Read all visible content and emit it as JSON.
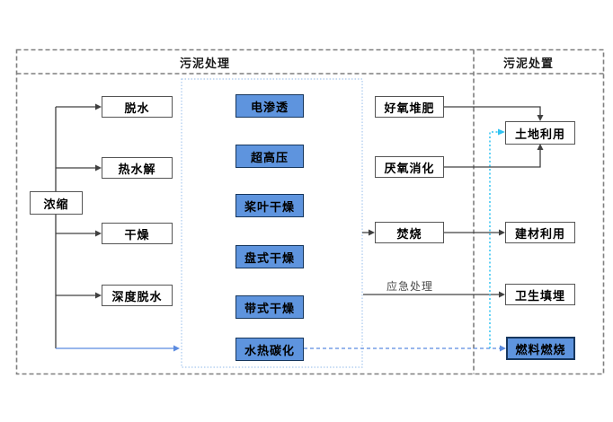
{
  "headers": {
    "left": "污泥处理",
    "right": "污泥处置"
  },
  "nodes": {
    "nongsuo": "浓缩",
    "tuoshui": "脱水",
    "reshuijie": "热水解",
    "ganzao": "干燥",
    "shendutuoshui": "深度脱水",
    "dianshentou": "电渗透",
    "chaogaoya": "超高压",
    "jiangyeganzao": "桨叶干燥",
    "panshiganzao": "盘式干燥",
    "daishiganzao": "带式干燥",
    "shuiretanhua": "水热碳化",
    "haoyangduifei": "好氧堆肥",
    "yanyangxiaohua": "厌氧消化",
    "fenshao": "焚烧",
    "tudiliyong": "土地利用",
    "jiancailiyong": "建材利用",
    "weishengtianmai": "卫生填埋",
    "ranliaoranshao": "燃料燃烧"
  },
  "labels": {
    "emergency": "应急处理"
  },
  "colors": {
    "process_box_fill": "#5E94DE",
    "process_box_border": "#16365c",
    "white_box_border": "#555555",
    "black_line": "#404040",
    "blue_line": "#5b8be0",
    "cyan_line": "#30c3f2",
    "dashed_frame": "#7f7f7f",
    "dotted_group_frame": "#a8c8ee"
  }
}
